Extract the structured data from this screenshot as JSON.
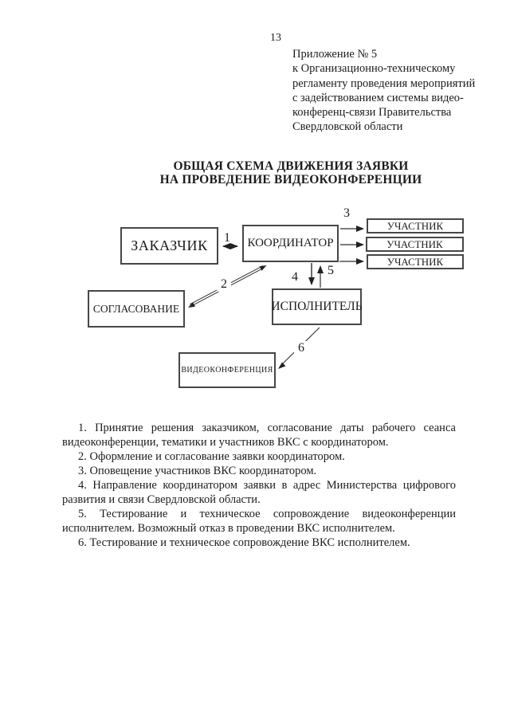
{
  "page": {
    "number": "13",
    "appendix_lines": [
      "Приложение № 5",
      "к Организационно-техническому",
      "регламенту проведения мероприятий",
      "с задействованием системы видео-",
      "конференц-связи Правительства",
      "Свердловской области"
    ],
    "title_line1": "ОБЩАЯ СХЕМА ДВИЖЕНИЯ ЗАЯВКИ",
    "title_line2": "НА ПРОВЕДЕНИЕ ВИДЕОКОНФЕРЕНЦИИ"
  },
  "diagram": {
    "boxes": {
      "customer": "ЗАКАЗЧИК",
      "coordinator": "КООРДИНАТОР",
      "participant1": "УЧАСТНИК",
      "participant2": "УЧАСТНИК",
      "participant3": "УЧАСТНИК",
      "approval": "СОГЛАСОВАНИЕ",
      "executor": "ИСПОЛНИТЕЛЬ",
      "videoconference": "ВИДЕОКОНФЕРЕНЦИЯ"
    },
    "labels": {
      "l1": "1",
      "l2": "2",
      "l3": "3",
      "l4": "4",
      "l5": "5",
      "l6": "6"
    }
  },
  "notes": {
    "items": [
      "1. Принятие решения заказчиком, согласование даты рабочего сеанса видеоконференции, тематики и участников ВКС с координатором.",
      "2. Оформление и согласование заявки координатором.",
      "3. Оповещение участников ВКС координатором.",
      "4. Направление координатором заявки в адрес Министерства цифрового развития и связи Свердловской области.",
      "5. Тестирование и техническое сопровождение видеоконференции исполнителем. Возможный отказ в проведении ВКС исполнителем.",
      "6. Тестирование и техническое сопровождение ВКС исполнителем."
    ]
  },
  "colors": {
    "ink": "#1c1c1c",
    "box_border": "#474747",
    "background": "#ffffff"
  }
}
